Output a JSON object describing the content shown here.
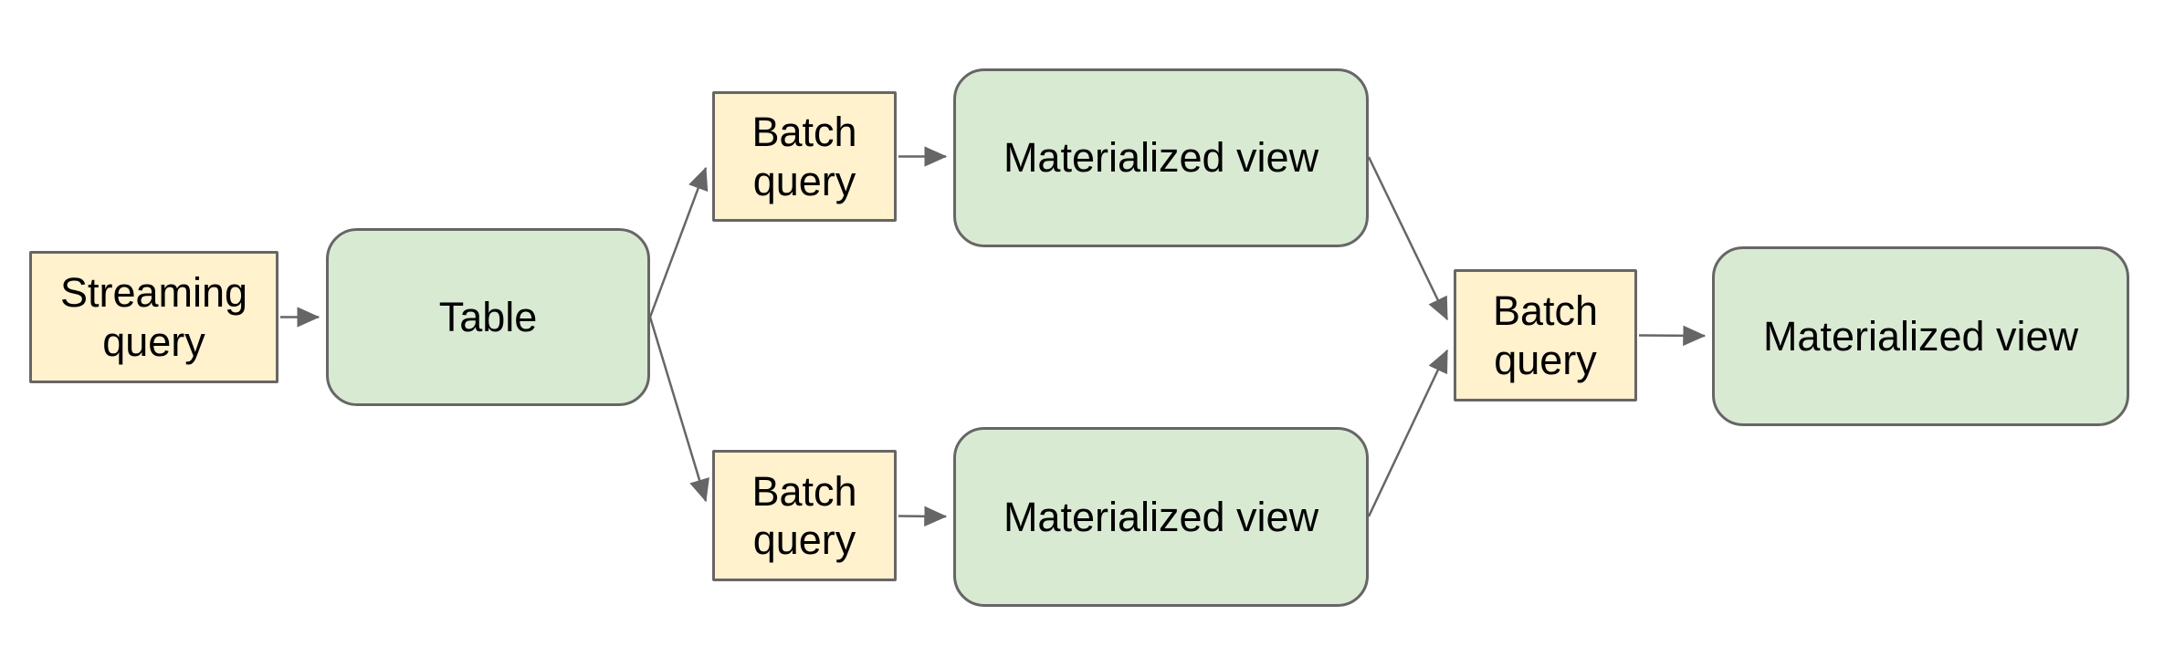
{
  "diagram": {
    "colors": {
      "background": "#ffffff",
      "query_fill": "#fff2cc",
      "query_border": "#666666",
      "store_fill": "#d9ead3",
      "store_border": "#666666",
      "arrow": "#666666",
      "text": "#000000"
    },
    "nodes": {
      "streaming_query": {
        "label": "Streaming query",
        "type": "query"
      },
      "table": {
        "label": "Table",
        "type": "store"
      },
      "batch_query_top": {
        "label": "Batch query",
        "type": "query"
      },
      "materialized_view_top": {
        "label": "Materialized view",
        "type": "store"
      },
      "batch_query_bottom": {
        "label": "Batch query",
        "type": "query"
      },
      "materialized_view_bottom": {
        "label": "Materialized view",
        "type": "store"
      },
      "batch_query_merge": {
        "label": "Batch query",
        "type": "query"
      },
      "materialized_view_final": {
        "label": "Materialized view",
        "type": "store"
      }
    },
    "edges": [
      {
        "from": "streaming_query",
        "to": "table"
      },
      {
        "from": "table",
        "to": "batch_query_top"
      },
      {
        "from": "table",
        "to": "batch_query_bottom"
      },
      {
        "from": "batch_query_top",
        "to": "materialized_view_top"
      },
      {
        "from": "batch_query_bottom",
        "to": "materialized_view_bottom"
      },
      {
        "from": "materialized_view_top",
        "to": "batch_query_merge"
      },
      {
        "from": "materialized_view_bottom",
        "to": "batch_query_merge"
      },
      {
        "from": "batch_query_merge",
        "to": "materialized_view_final"
      }
    ]
  }
}
